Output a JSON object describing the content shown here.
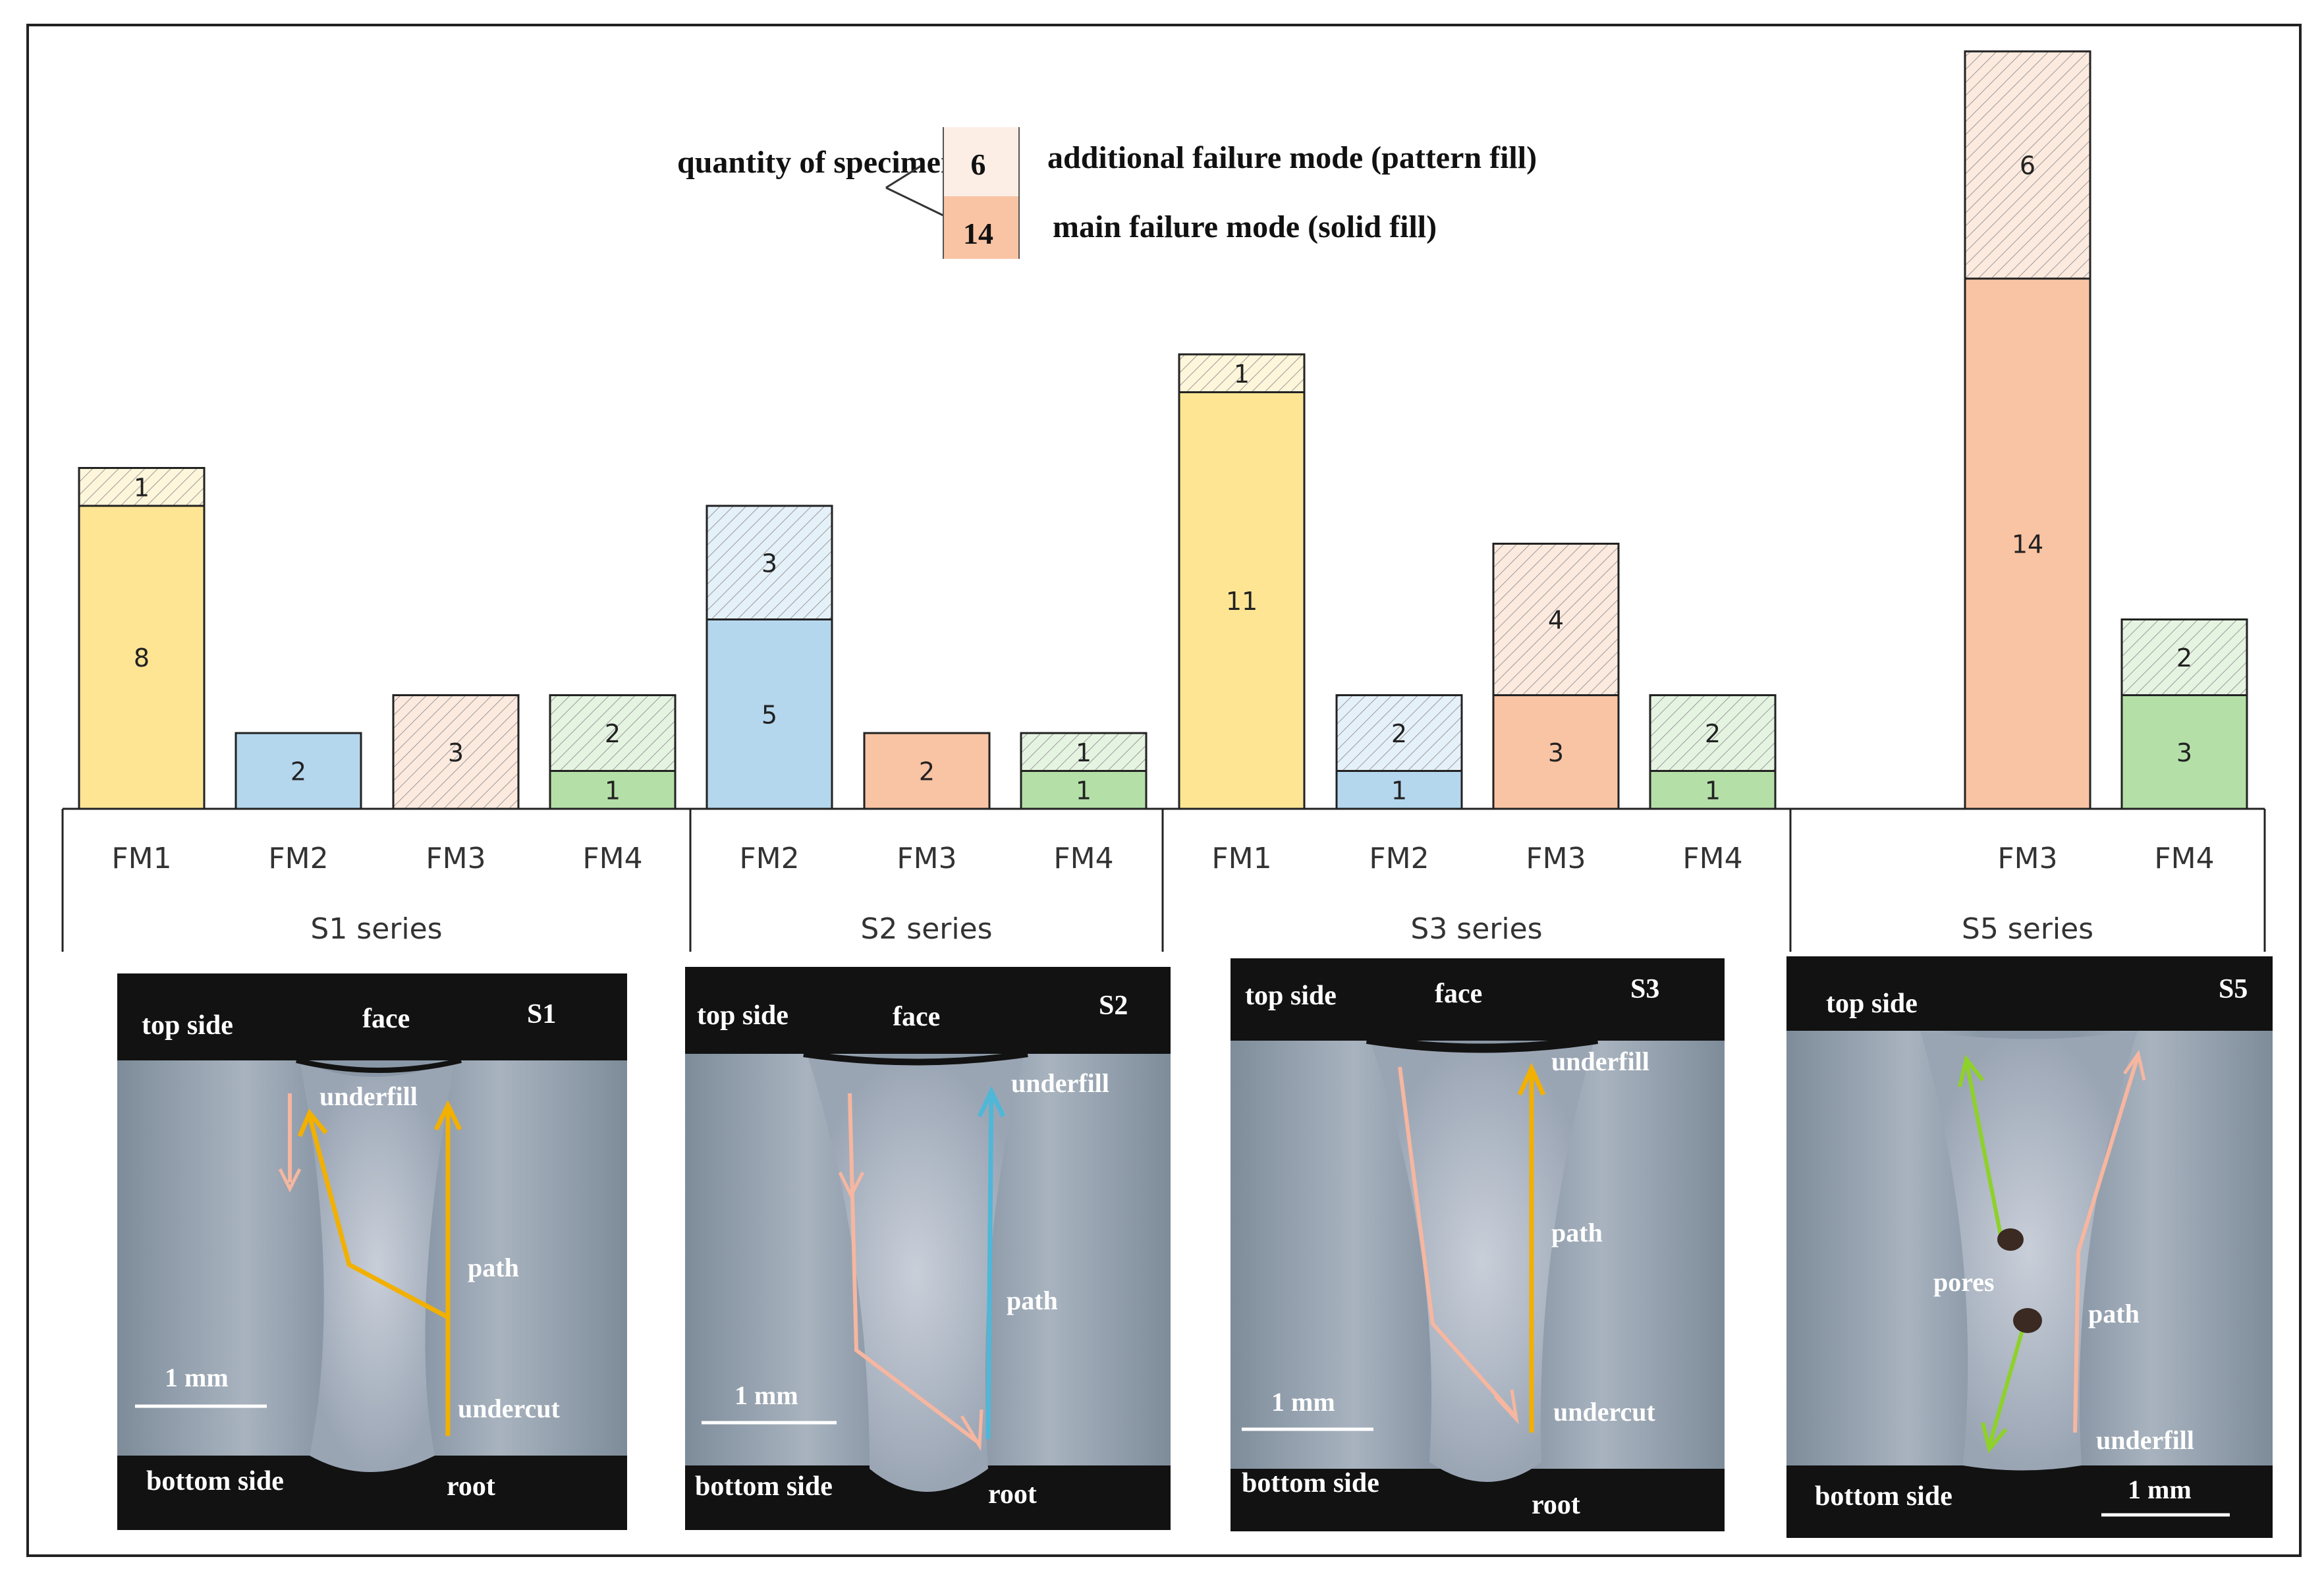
{
  "chart_data": {
    "type": "bar",
    "stacked": true,
    "title": "",
    "xlabel": "",
    "ylabel": "",
    "legend": {
      "group_label": "quantity of specimens",
      "example_additional_value": "6",
      "example_main_value": "14",
      "additional_label": "additional failure mode (pattern fill)",
      "main_label": "main failure mode (solid fill)",
      "placement": "top-center"
    },
    "colors": {
      "FM1": "#fde594",
      "FM2": "#b4d7ee",
      "FM3": "#f9c4a4",
      "FM4": "#b4e0a8"
    },
    "groups": [
      {
        "name": "S1 series",
        "bars": [
          {
            "category": "FM1",
            "main": 8,
            "additional": 1
          },
          {
            "category": "FM2",
            "main": 2,
            "additional": 0
          },
          {
            "category": "FM3",
            "main": 0,
            "additional": 3
          },
          {
            "category": "FM4",
            "main": 1,
            "additional": 2
          }
        ]
      },
      {
        "name": "S2 series",
        "bars": [
          {
            "category": "FM2",
            "main": 5,
            "additional": 3
          },
          {
            "category": "FM3",
            "main": 2,
            "additional": 0
          },
          {
            "category": "FM4",
            "main": 1,
            "additional": 1
          }
        ]
      },
      {
        "name": "S3 series",
        "bars": [
          {
            "category": "FM1",
            "main": 11,
            "additional": 1
          },
          {
            "category": "FM2",
            "main": 1,
            "additional": 2
          },
          {
            "category": "FM3",
            "main": 3,
            "additional": 4
          },
          {
            "category": "FM4",
            "main": 1,
            "additional": 2
          }
        ]
      },
      {
        "name": "S5 series",
        "bars": [
          {
            "category": "FM3",
            "main": 14,
            "additional": 6
          },
          {
            "category": "FM4",
            "main": 3,
            "additional": 2
          }
        ]
      }
    ]
  },
  "micrographs": [
    {
      "id": "S1",
      "labels": [
        "top side",
        "face",
        "S1",
        "underfill",
        "path",
        "1 mm",
        "undercut",
        "bottom side",
        "root"
      ]
    },
    {
      "id": "S2",
      "labels": [
        "top side",
        "face",
        "S2",
        "underfill",
        "path",
        "1 mm",
        "bottom side",
        "root"
      ]
    },
    {
      "id": "S3",
      "labels": [
        "top side",
        "face",
        "S3",
        "underfill",
        "path",
        "1 mm",
        "undercut",
        "bottom side",
        "root"
      ]
    },
    {
      "id": "S5",
      "labels": [
        "top side",
        "S5",
        "pores",
        "path",
        "underfill",
        "bottom side",
        "1 mm"
      ]
    }
  ]
}
